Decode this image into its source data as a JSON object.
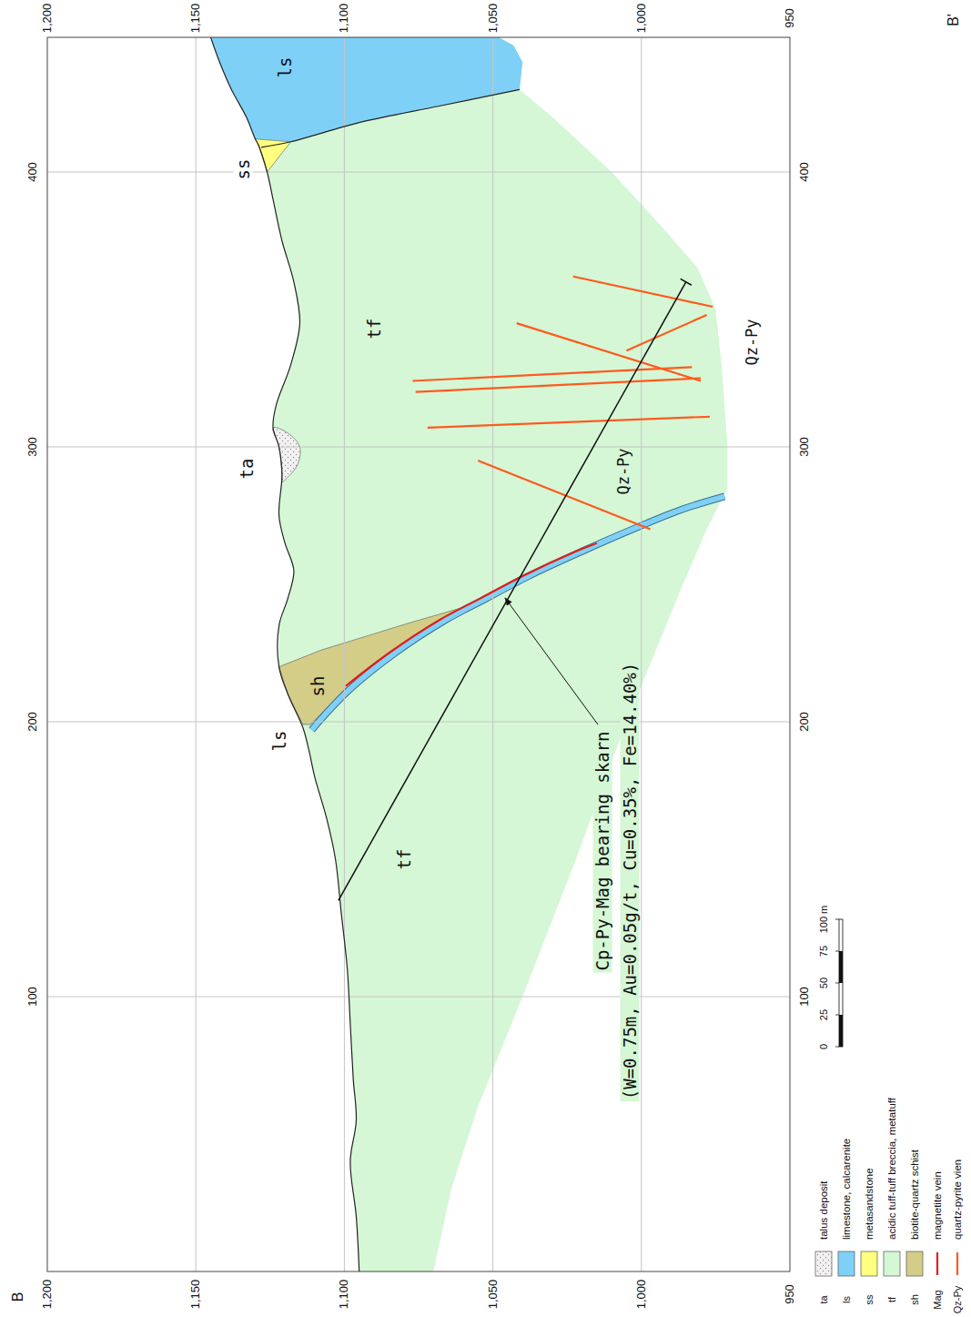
{
  "diagram": {
    "labels": [
      "B",
      "B'",
      "1,200",
      "1,150",
      "1,100",
      "1,050",
      "1,000",
      "950",
      "1,200",
      "1,150",
      "1,100",
      "1,050",
      "1,000",
      "950",
      "100",
      "200",
      "300",
      "400",
      "100",
      "200",
      "300",
      "400",
      "ls",
      "ss",
      "tf",
      "ta",
      "sh",
      "ls",
      "tf",
      "Qz-Py",
      "Qz-Py",
      "Cp-Py-Mag bearing skarn",
      "(W=0.75m, Au=0.05g/t, Cu=0.35%, Fe=14.40%)",
      "ta",
      "ls",
      "ss",
      "tf",
      "sh",
      "Mag",
      "Qz-Py",
      "0",
      "25",
      "50",
      "75",
      "100 m"
    ],
    "legend": [
      {
        "text": "talus deposit",
        "color": "#f3f1f1"
      },
      {
        "text": "limestone, calcarenite",
        "color": "#7fd0f7"
      },
      {
        "text": "metasandstone",
        "color": "#ffff80"
      },
      {
        "text": "acidic tuff-tuff breccia, metatuff",
        "color": "#d5f7d5"
      },
      {
        "text": "biotite-quartz schist",
        "color": "#d4cd88"
      },
      {
        "text": "magnetite vein"
      },
      {
        "text": "quartz-pyrite vien"
      }
    ]
  }
}
